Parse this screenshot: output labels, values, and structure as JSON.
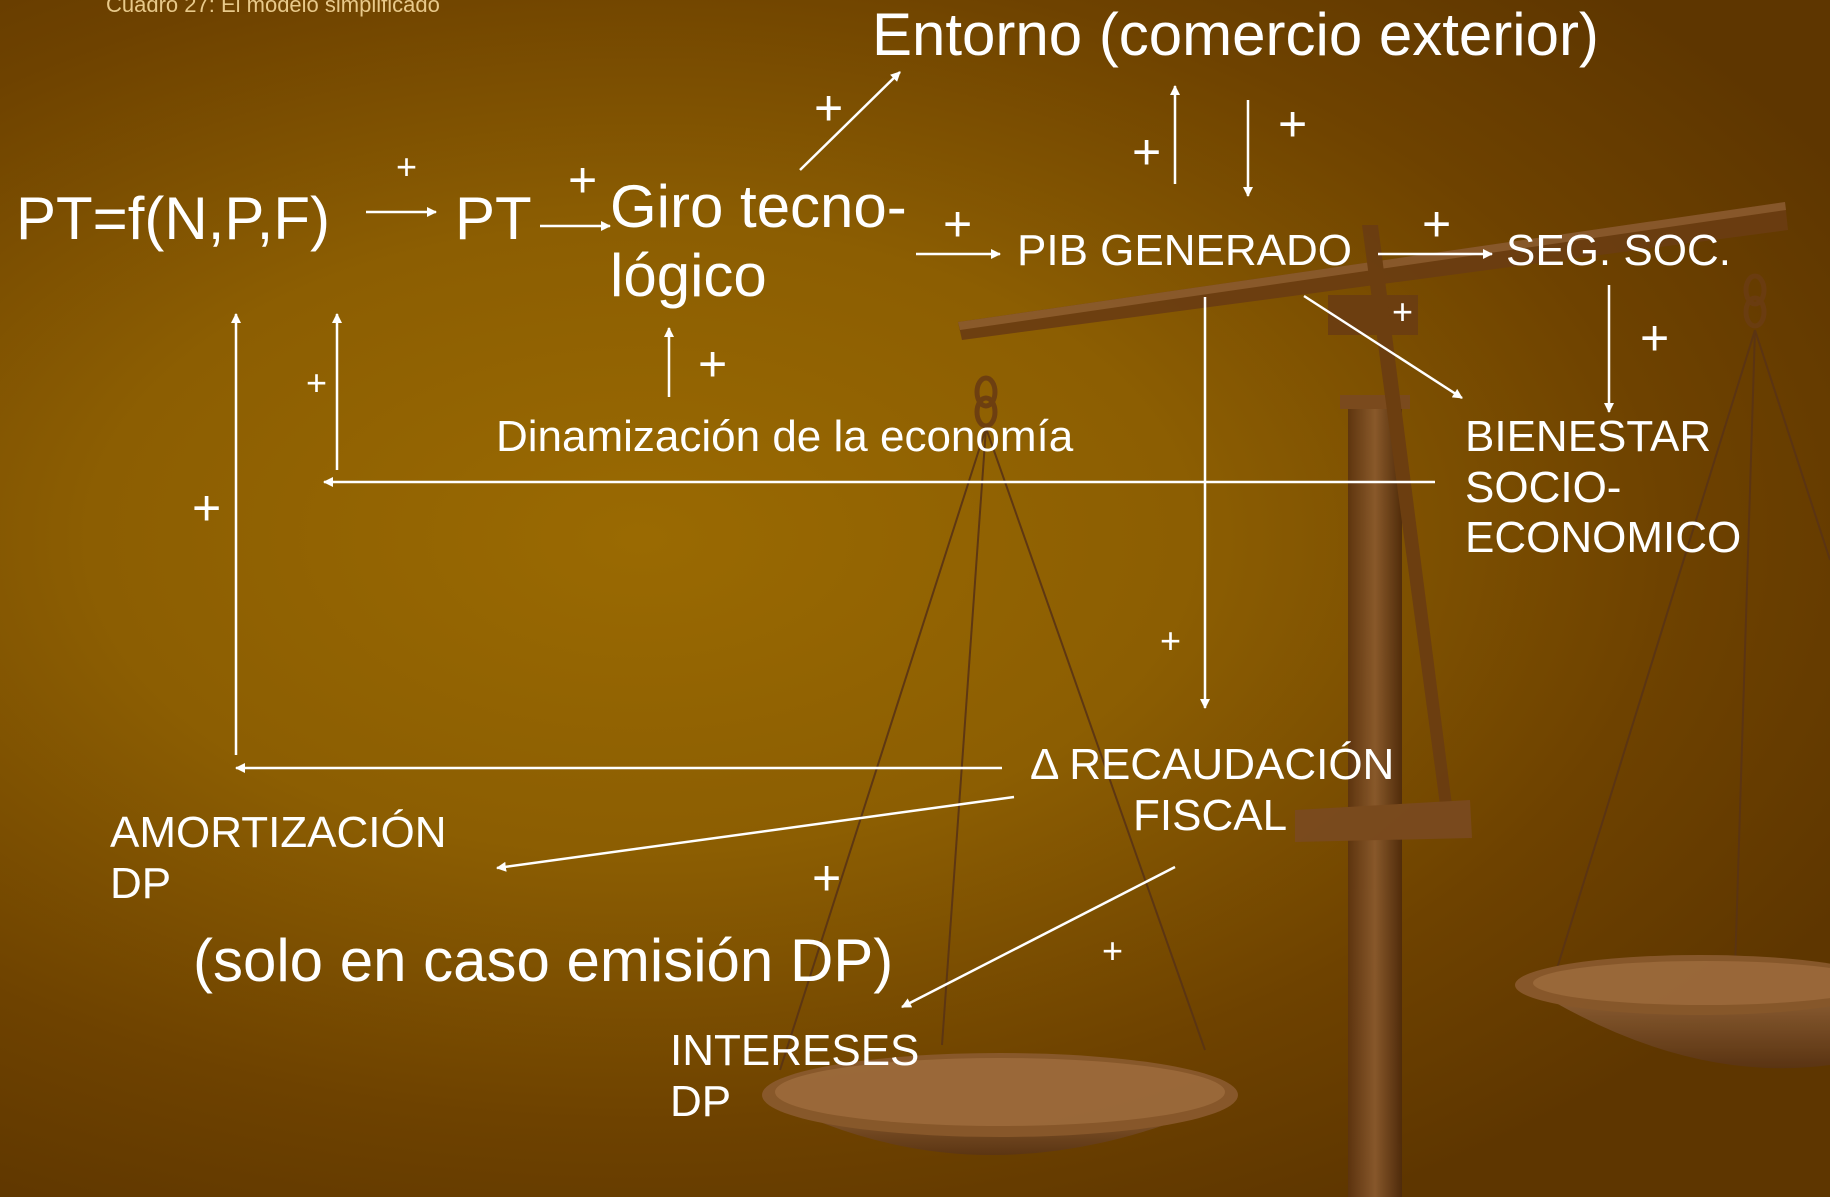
{
  "caption": "Cuadro 27: El modelo  simplificado",
  "nodes": {
    "entorno": "Entorno (comercio exterior)",
    "pt_formula": "PT=f(N,P,F)",
    "pt": "PT",
    "giro_line1": "Giro tecno-",
    "giro_line2": "lógico",
    "pib": "PIB GENERADO",
    "seg_soc": "SEG. SOC.",
    "dinamizacion": "Dinamización de la economía",
    "bienestar_line1": "BIENESTAR",
    "bienestar_line2": "SOCIO-",
    "bienestar_line3": "ECONOMICO",
    "recaudacion_line1": "Δ RECAUDACIÓN",
    "recaudacion_line2": "FISCAL",
    "amortizacion_line1": "AMORTIZACIÓN",
    "amortizacion_line2": "DP",
    "solo_caso": "(solo en caso emisión DP)",
    "intereses_line1": "INTERESES",
    "intereses_line2": "DP"
  },
  "signs": {
    "plus": "+"
  },
  "colors": {
    "background": "#8c5e02",
    "text": "#ffffff",
    "caption": "#e8c98a",
    "scale_wood": "#6b3d12"
  }
}
